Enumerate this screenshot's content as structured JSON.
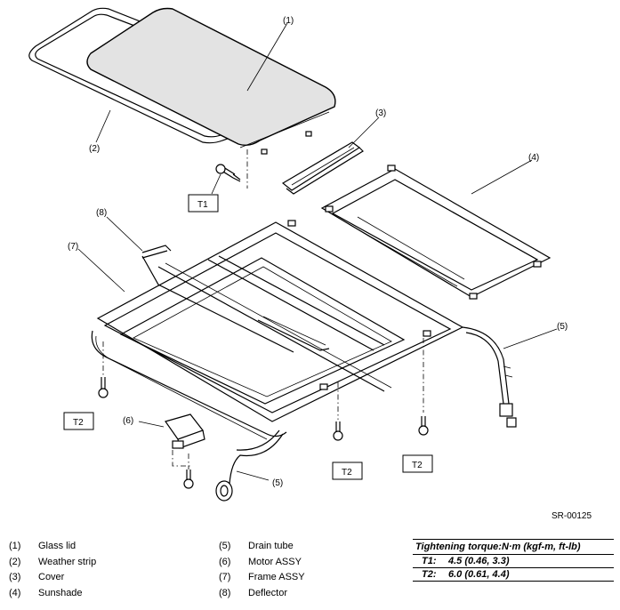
{
  "callouts": [
    {
      "id": "c1",
      "text": "(1)"
    },
    {
      "id": "c2",
      "text": "(2)"
    },
    {
      "id": "c3",
      "text": "(3)"
    },
    {
      "id": "c4",
      "text": "(4)"
    },
    {
      "id": "c5a",
      "text": "(5)"
    },
    {
      "id": "c5b",
      "text": "(5)"
    },
    {
      "id": "c6",
      "text": "(6)"
    },
    {
      "id": "c7",
      "text": "(7)"
    },
    {
      "id": "c8",
      "text": "(8)"
    }
  ],
  "torque_boxes": [
    {
      "id": "t1",
      "text": "T1"
    },
    {
      "id": "t2a",
      "text": "T2"
    },
    {
      "id": "t2b",
      "text": "T2"
    },
    {
      "id": "t2c",
      "text": "T2"
    }
  ],
  "figure_code": "SR-00125",
  "legend": [
    {
      "num": "(1)",
      "label": "Glass lid"
    },
    {
      "num": "(2)",
      "label": "Weather strip"
    },
    {
      "num": "(3)",
      "label": "Cover"
    },
    {
      "num": "(4)",
      "label": "Sunshade"
    },
    {
      "num": "(5)",
      "label": "Drain tube"
    },
    {
      "num": "(6)",
      "label": "Motor ASSY"
    },
    {
      "num": "(7)",
      "label": "Frame ASSY"
    },
    {
      "num": "(8)",
      "label": "Deflector"
    }
  ],
  "torque_table": {
    "header": "Tightening torque:N·m (kgf-m, ft-lb)",
    "rows": [
      {
        "id": "T1:",
        "value": "4.5 (0.46, 3.3)"
      },
      {
        "id": "T2:",
        "value": "6.0 (0.61, 4.4)"
      }
    ]
  }
}
